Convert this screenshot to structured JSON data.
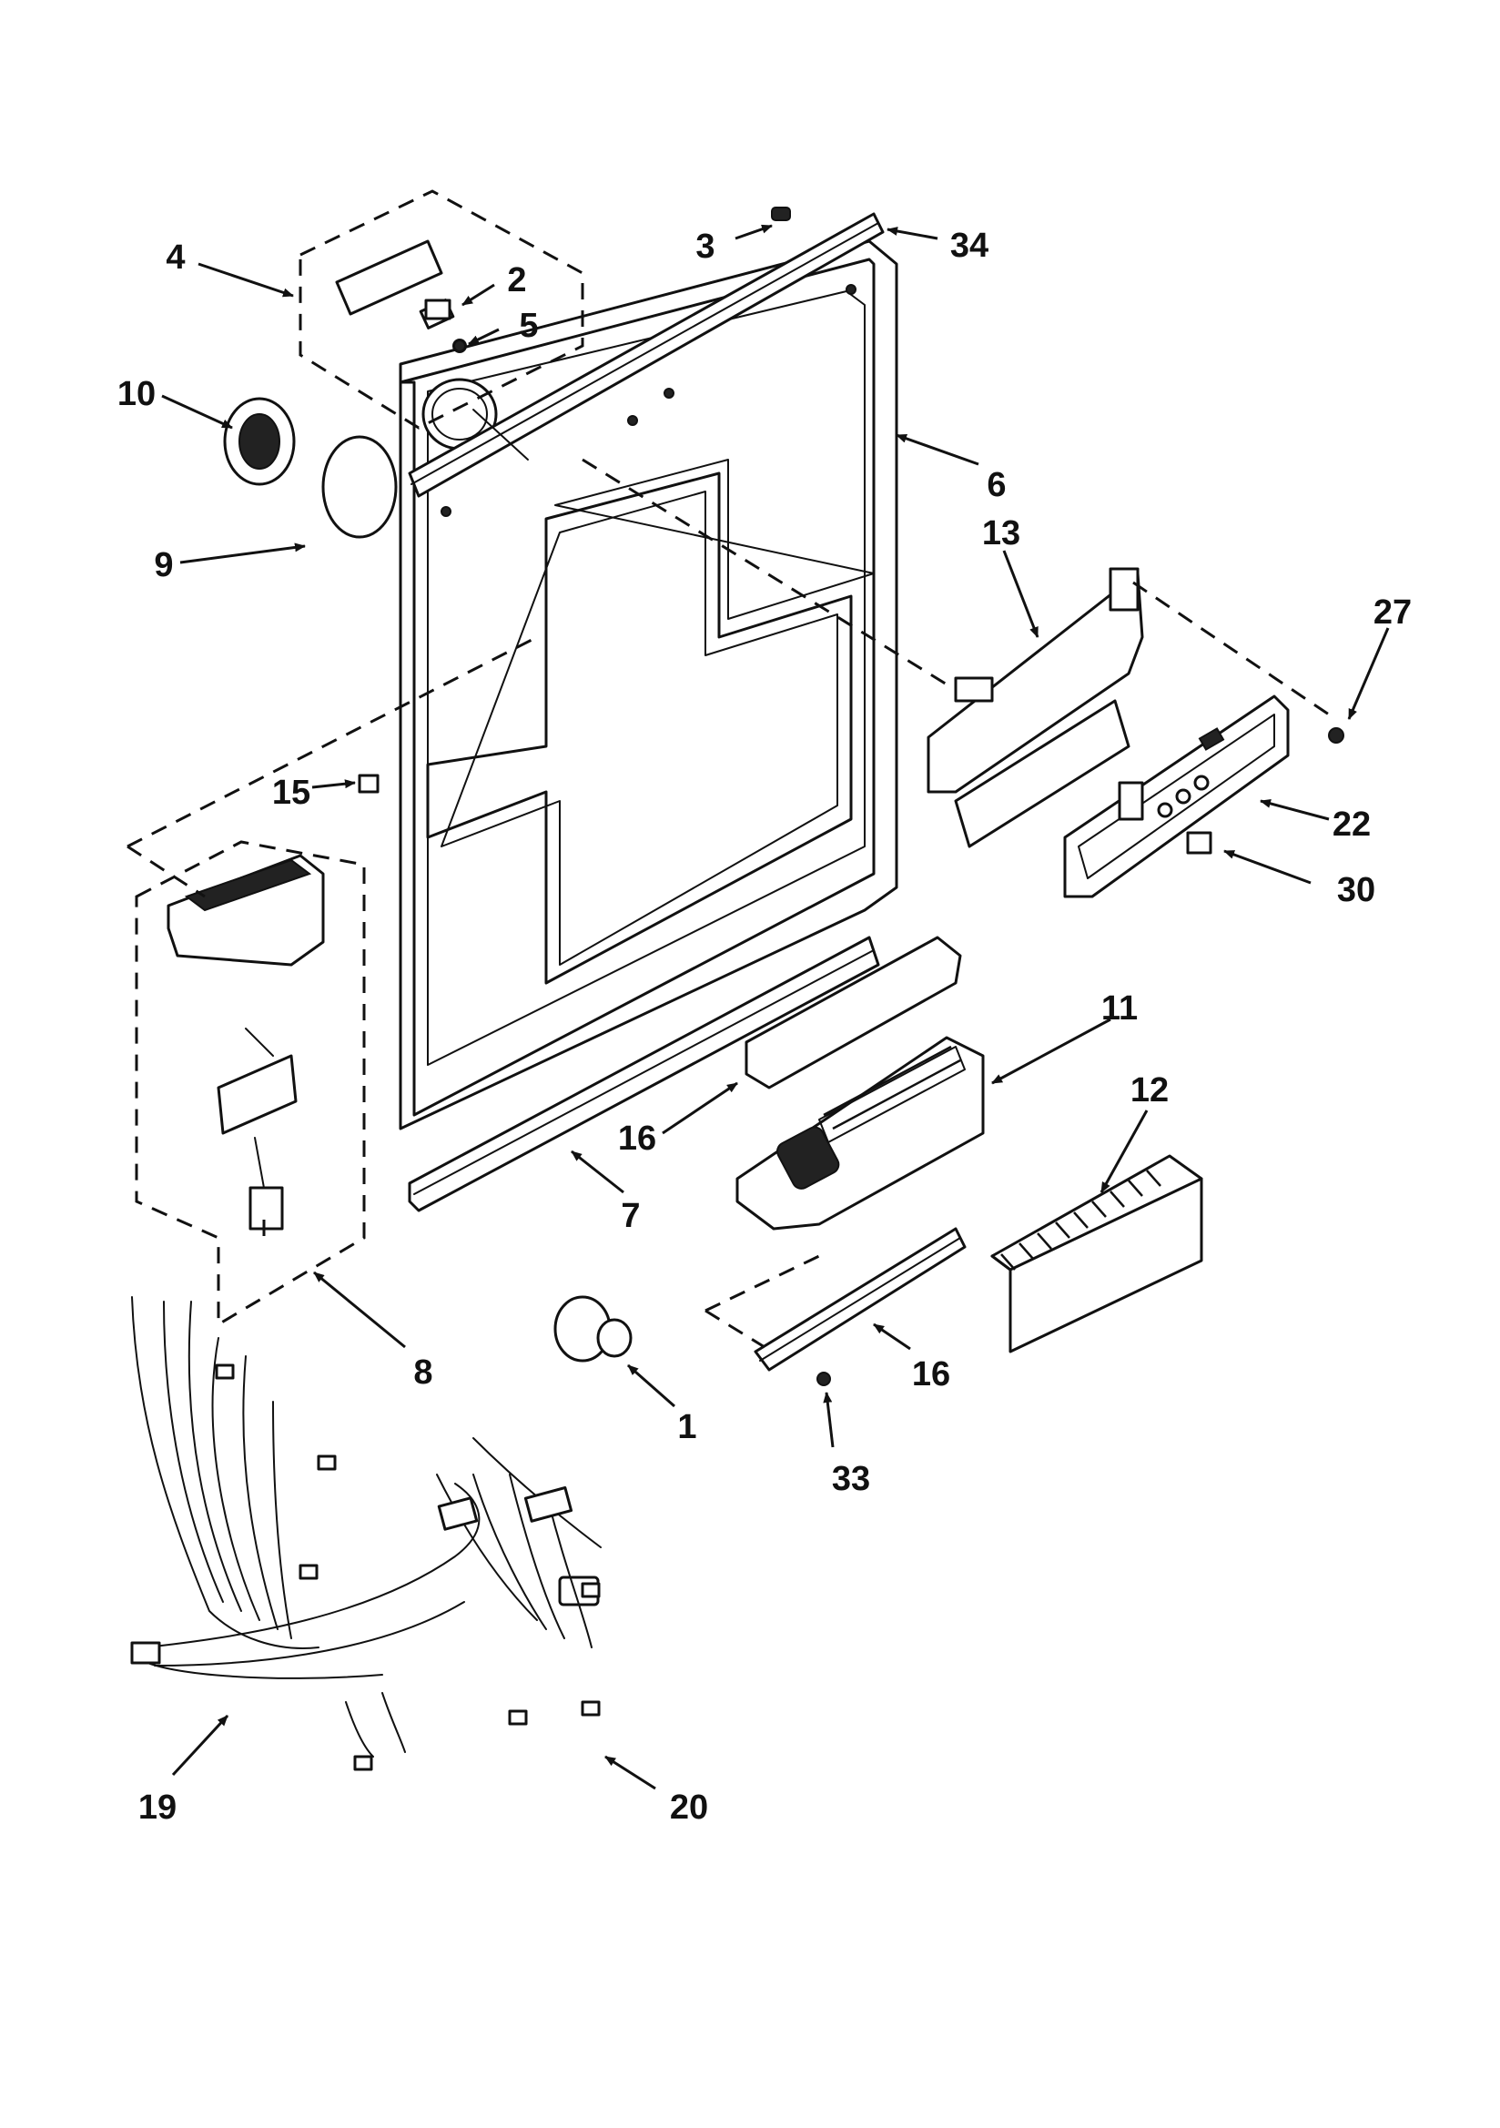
{
  "diagram": {
    "callouts": [
      {
        "id": "c1",
        "text": "1"
      },
      {
        "id": "c2",
        "text": "2"
      },
      {
        "id": "c3",
        "text": "3"
      },
      {
        "id": "c4",
        "text": "4"
      },
      {
        "id": "c5",
        "text": "5"
      },
      {
        "id": "c6",
        "text": "6"
      },
      {
        "id": "c7",
        "text": "7"
      },
      {
        "id": "c8",
        "text": "8"
      },
      {
        "id": "c9",
        "text": "9"
      },
      {
        "id": "c10",
        "text": "10"
      },
      {
        "id": "c11",
        "text": "11"
      },
      {
        "id": "c12",
        "text": "12"
      },
      {
        "id": "c13",
        "text": "13"
      },
      {
        "id": "c15",
        "text": "15"
      },
      {
        "id": "c16a",
        "text": "16"
      },
      {
        "id": "c16b",
        "text": "16"
      },
      {
        "id": "c19",
        "text": "19"
      },
      {
        "id": "c20",
        "text": "20"
      },
      {
        "id": "c22",
        "text": "22"
      },
      {
        "id": "c27",
        "text": "27"
      },
      {
        "id": "c30",
        "text": "30"
      },
      {
        "id": "c33",
        "text": "33"
      },
      {
        "id": "c34",
        "text": "34"
      }
    ]
  }
}
